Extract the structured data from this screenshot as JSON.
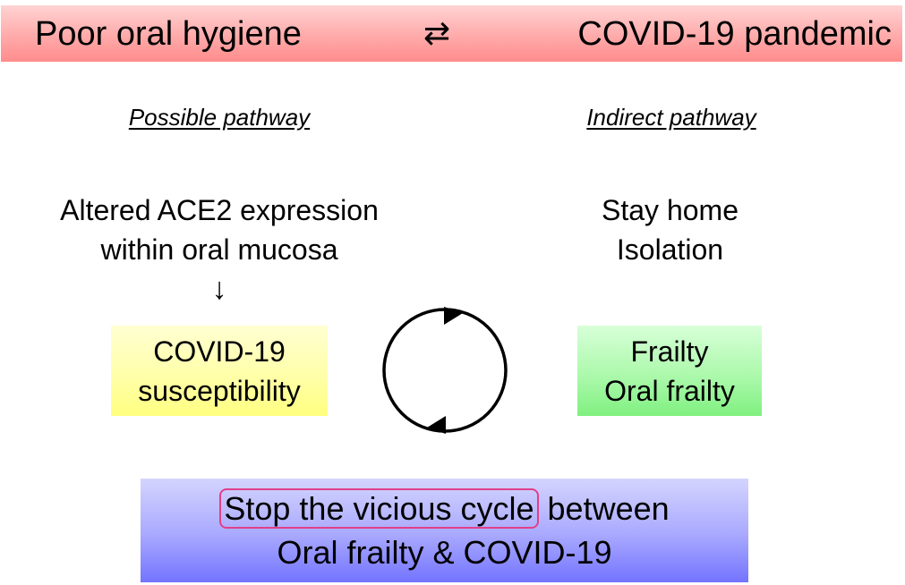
{
  "header": {
    "left": "Poor oral hygiene",
    "arrow_icon": "bidirectional-arrows-icon",
    "arrow_glyph": "⇄",
    "right": "COVID-19 pandemic",
    "color": "#ff9999"
  },
  "left_pathway": {
    "heading": "Possible pathway",
    "line1": "Altered ACE2 expression",
    "line2": "within oral mucosa",
    "arrow_glyph": "↓",
    "box": {
      "line1": "COVID-19",
      "line2": "susceptibility",
      "color": "#ffff99"
    }
  },
  "right_pathway": {
    "heading": "Indirect pathway",
    "line1": "Stay home",
    "line2": "Isolation",
    "box": {
      "line1": "Frailty",
      "line2": "Oral frailty",
      "color": "#99f599"
    }
  },
  "cycle": {
    "icon": "cycle-arrows-icon"
  },
  "conclusion": {
    "highlighted": "Stop the vicious cycle",
    "rest_line1": " between",
    "line2": "Oral frailty & COVID-19",
    "highlight_color": "#e0408a",
    "color": "#9999ff"
  }
}
